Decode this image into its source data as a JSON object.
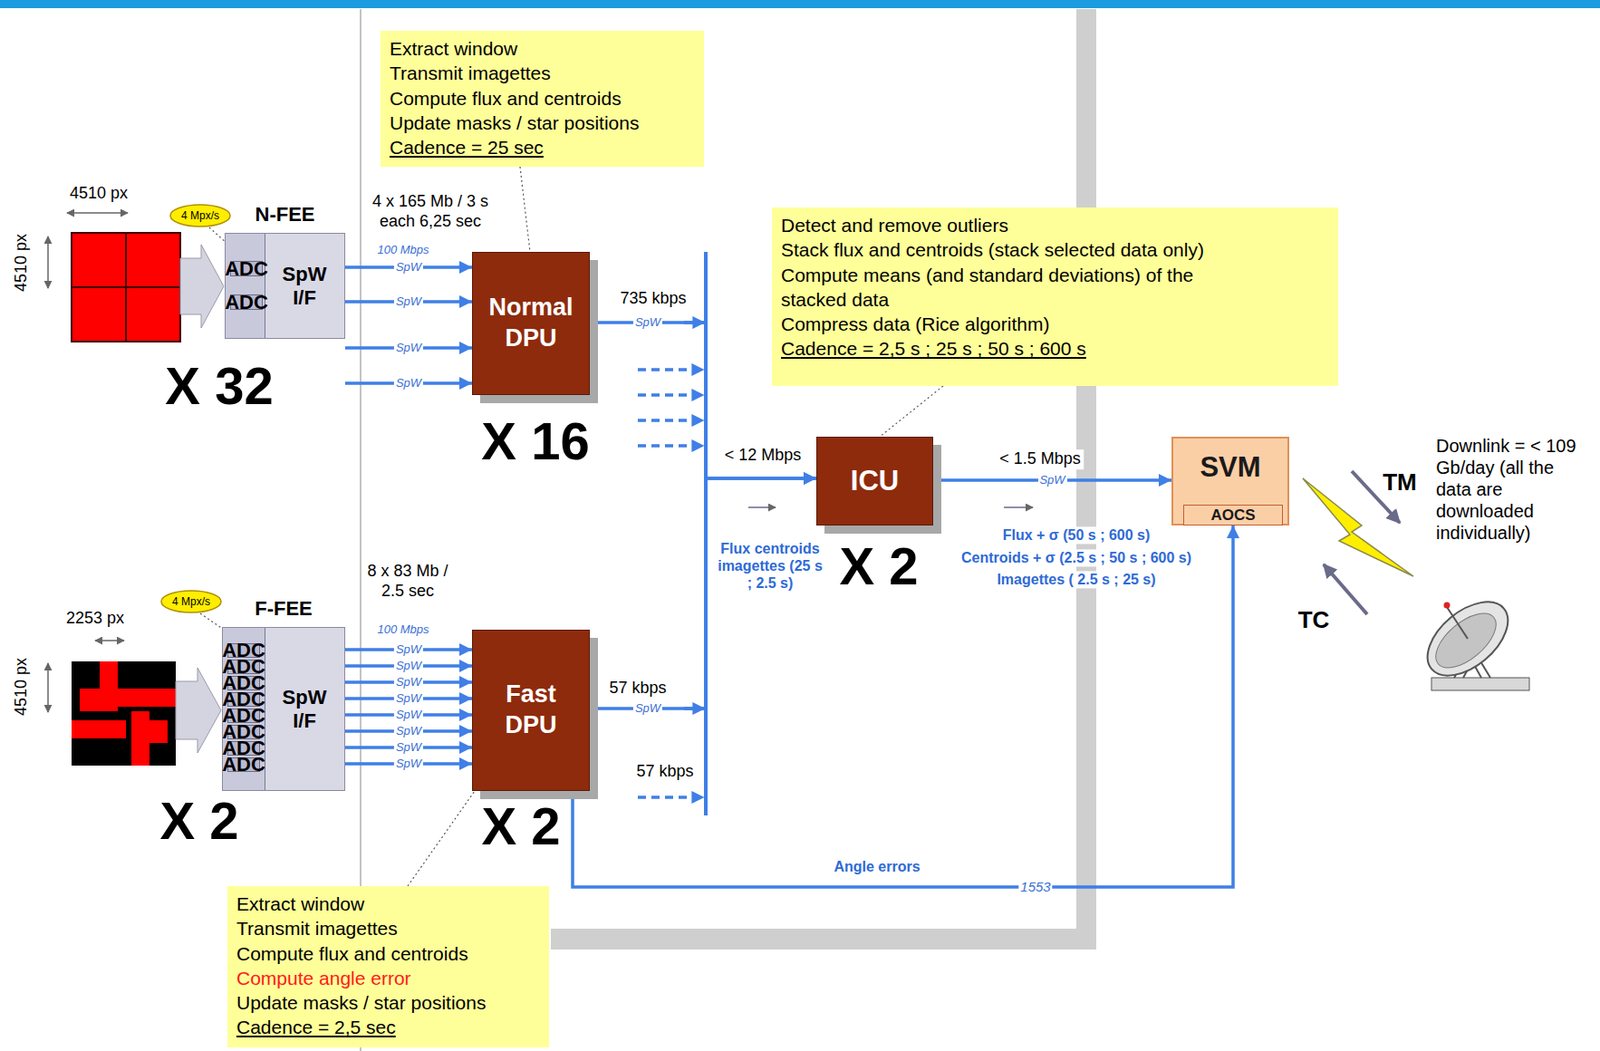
{
  "diagram": {
    "nodes": [
      {
        "text": [
          "N-FEE",
          "SpW I/F"
        ]
      },
      {
        "text": [
          "ADC"
        ],
        "in": 0
      },
      {
        "text": [
          "ADC"
        ],
        "in": 0
      },
      {
        "text": [
          "F-FEE",
          "SpW I/F"
        ]
      },
      {
        "text": [
          "ADC"
        ],
        "in": 3
      },
      {
        "text": [
          "ADC"
        ],
        "in": 3
      },
      {
        "text": [
          "ADC"
        ],
        "in": 3
      },
      {
        "text": [
          "ADC"
        ],
        "in": 3
      },
      {
        "text": [
          "ADC"
        ],
        "in": 3
      },
      {
        "text": [
          "ADC"
        ],
        "in": 3
      },
      {
        "text": [
          "ADC"
        ],
        "in": 3
      },
      {
        "text": [
          "ADC"
        ],
        "in": 3
      },
      {
        "text": [
          "Normal DPU"
        ]
      },
      {
        "text": [
          "Fast DPU"
        ]
      },
      {
        "text": [
          "ICU"
        ]
      },
      {
        "text": [
          "SVM"
        ]
      },
      {
        "text": [
          "AOCS"
        ],
        "in": 15
      },
      {
        "text": [
          "Extract window",
          "Transmit imagettes",
          "Compute flux and centroids",
          "Update masks / star positions",
          "Cadence = 25 sec"
        ]
      },
      {
        "text": [
          "Detect and remove outliers",
          "Stack flux and centroids (stack selected data only)",
          "Compute means (and standard deviations) of the stacked data",
          "Compress data (Rice algorithm)",
          "Cadence = 2,5 s ; 25 s ; 50 s ; 600 s"
        ]
      },
      {
        "text": [
          "Extract window",
          "Transmit imagettes",
          "Compute flux and centroids",
          "Compute angle error",
          "Update masks / star positions",
          "Cadence = 2,5 sec"
        ]
      },
      {
        "text": [
          "4 Mpx/s"
        ]
      },
      {
        "text": [
          "4 Mpx/s"
        ]
      }
    ],
    "edges": [
      {
        "from": 0,
        "to": 12,
        "label": "SpW",
        "arrow": "to"
      },
      {
        "from": 0,
        "to": 12,
        "label": "SpW",
        "arrow": "to"
      },
      {
        "from": 0,
        "to": 12,
        "label": "SpW",
        "arrow": "to"
      },
      {
        "from": 0,
        "to": 12,
        "label": "SpW",
        "arrow": "to"
      },
      {
        "from": 3,
        "to": 13,
        "label": "SpW",
        "arrow": "to"
      },
      {
        "from": 3,
        "to": 13,
        "label": "SpW",
        "arrow": "to"
      },
      {
        "from": 3,
        "to": 13,
        "label": "SpW",
        "arrow": "to"
      },
      {
        "from": 3,
        "to": 13,
        "label": "SpW",
        "arrow": "to"
      },
      {
        "from": 3,
        "to": 13,
        "label": "SpW",
        "arrow": "to"
      },
      {
        "from": 3,
        "to": 13,
        "label": "SpW",
        "arrow": "to"
      },
      {
        "from": 3,
        "to": 13,
        "label": "SpW",
        "arrow": "to"
      },
      {
        "from": 3,
        "to": 13,
        "label": "SpW",
        "arrow": "to"
      },
      {
        "from": 12,
        "to": 14,
        "label": "SpW",
        "arrow": "to"
      },
      {
        "from": 13,
        "to": 14,
        "label": "SpW",
        "arrow": "to"
      },
      {
        "from": 14,
        "to": 15,
        "label": "SpW",
        "arrow": "to"
      },
      {
        "from": 13,
        "to": 15,
        "label": "1553",
        "arrow": "to"
      },
      {
        "from": 17,
        "to": 12,
        "arrow": "none"
      },
      {
        "from": 18,
        "to": 14,
        "arrow": "none"
      },
      {
        "from": 19,
        "to": 13,
        "arrow": "none"
      },
      {
        "from": 20,
        "to": 1,
        "arrow": "none"
      },
      {
        "from": 21,
        "to": 4,
        "arrow": "none"
      }
    ],
    "labels": [
      "4510 px",
      "4510 px",
      "X 32",
      "4 x 165 Mb / 3 s each 6,25 sec",
      "100 Mbps",
      "735 kbps",
      "X 16",
      "< 12 Mbps",
      "Flux centroids imagettes (25 s ; 2.5 s)",
      "X 2",
      "< 1.5 Mbps",
      "Flux + σ (50 s ; 600 s)",
      "Centroids + σ (2.5 s ; 50 s ; 600 s)",
      "Imagettes ( 2.5 s ; 25 s)",
      "Downlink = < 109 Gb/day (all the data are downloaded individually)",
      "TM",
      "TC",
      "2253 px",
      "4510 px",
      "X 2",
      "8 x 83 Mb / 2.5 sec",
      "100 Mbps",
      "57 kbps",
      "57 kbps",
      "X 2",
      "Angle errors"
    ]
  }
}
